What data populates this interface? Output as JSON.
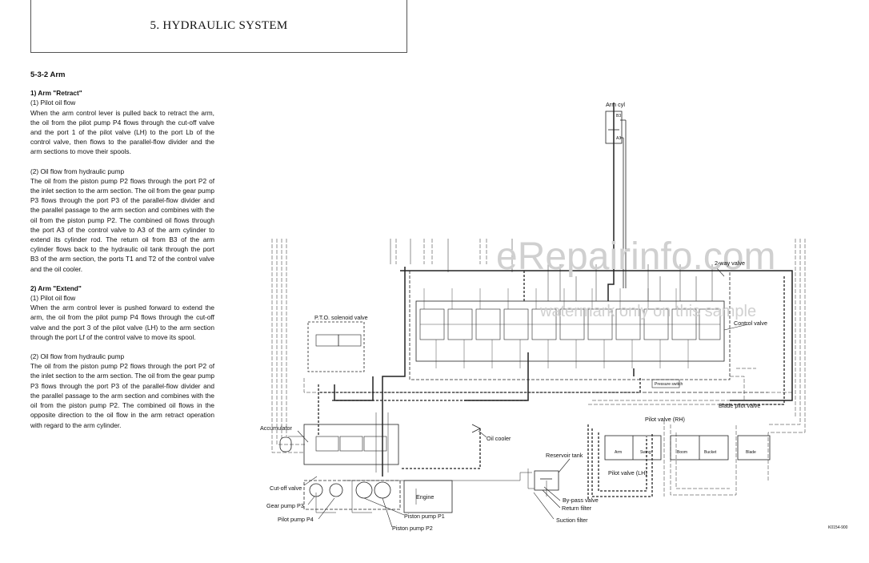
{
  "header": {
    "title": "5. HYDRAULIC SYSTEM"
  },
  "text": {
    "section": "5-3-2  Arm",
    "retract": {
      "heading": "1)  Arm \"Retract\"",
      "pilot_sub": "(1)   Pilot oil flow",
      "pilot_body": "When the arm control lever is pulled back to retract the arm, the oil from the pilot pump P4 flows through the cut-off valve and the port 1 of the pilot valve (LH) to the port Lb of the control valve, then flows to the parallel-flow divider and the arm sections to move their spools.",
      "pump_sub": "(2)   Oil flow from hydraulic pump",
      "pump_body": "The oil from the piston pump P2 flows through the port P2 of the inlet section to the arm section. The oil from the gear pump P3 flows through the port P3 of the parallel-flow divider and the parallel passage to the arm section and combines with the oil from the piston pump P2. The combined oil flows through the port A3 of the control valve to A3 of the arm cylinder to extend its cylinder rod. The return oil from B3 of the arm cylinder flows back to the hydraulic oil tank through the port B3 of the arm section, the ports T1 and T2 of the control valve and the oil cooler."
    },
    "extend": {
      "heading": "2)  Arm \"Extend\"",
      "pilot_sub": "(1)   Pilot oil flow",
      "pilot_body": "When the arm control lever is pushed forward to extend the arm, the oil from the pilot pump P4 flows through the cut-off valve and the port 3 of the pilot valve (LH) to the arm section through the port Lf of the control valve to move its spool.",
      "pump_sub": "(2)   Oil flow from hydraulic pump",
      "pump_body": "The oil from the piston pump P2 flows through the port P2 of the inlet section to the arm section. The oil from the gear pump P3 flows through the port P3 of the parallel-flow divider and the parallel passage to the arm section and combines with the oil from the piston pump P2. The combined oil flows in the opposite direction to the oil flow in the arm retract operation with regard to the arm cylinder."
    }
  },
  "diagram": {
    "labels": {
      "arm_cyl": "Arm cyl",
      "b3": "B3",
      "a3": "A3",
      "two_way_valve": "2-way valve",
      "control_valve": "Control valve",
      "pto_solenoid_valve": "P.T.O. solenoid valve",
      "blade_pilot_valve": "Blade pilot valve",
      "pilot_valve_rh": "Pilot valve (RH)",
      "pilot_valve_lh": "Pilot valve (LH)",
      "accumulator": "Accumulator",
      "oil_cooler": "Oil cooler",
      "reservoir_tank": "Reservoir tank",
      "cut_off_valve": "Cut-off valve",
      "engine": "Engine",
      "gear_pump_p3": "Gear pump P3",
      "pilot_pump_p4": "Pilot pump P4",
      "piston_pump_p1": "Piston pump P1",
      "piston_pump_p2": "Piston pump P2",
      "by_pass_valve": "By-pass valve",
      "return_filter": "Return filter",
      "suction_filter": "Suction filter",
      "pressure_switch": "Pressure switch",
      "arm": "Arm",
      "swing": "Swing",
      "boom": "Boom",
      "bucket": "Bucket",
      "blade": "Blade",
      "drawing_no": "K0154-900"
    },
    "watermark": "eRepairinfo.com",
    "watermark_sub": "watermark only on this sample"
  }
}
